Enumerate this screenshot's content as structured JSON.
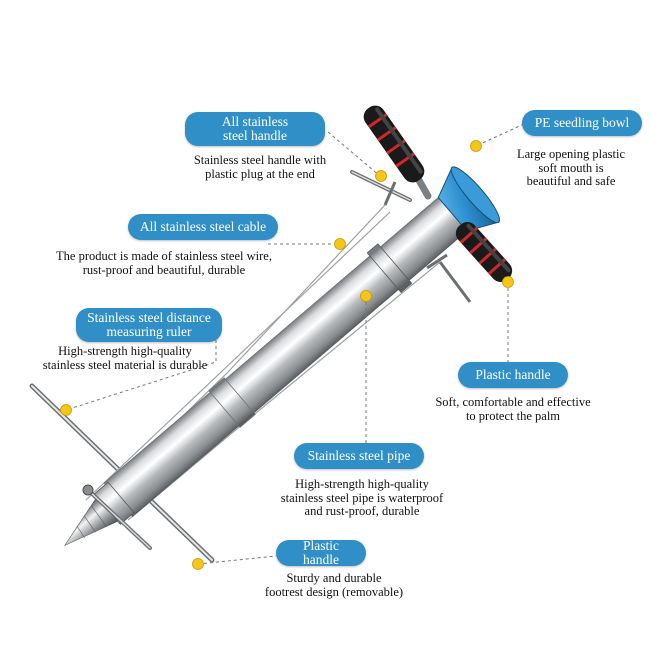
{
  "callouts": [
    {
      "id": "steel-handle",
      "label": [
        "All stainless",
        "steel handle"
      ],
      "desc": [
        "Stainless steel handle with",
        "plastic plug at the end"
      ]
    },
    {
      "id": "seedling-bowl",
      "label": [
        "PE seedling bowl"
      ],
      "desc": [
        "Large opening plastic",
        "soft mouth is",
        "beautiful and safe"
      ]
    },
    {
      "id": "steel-cable",
      "label": [
        "All stainless steel cable"
      ],
      "desc": [
        "The product is made of stainless steel wire,",
        "rust-proof and beautiful, durable"
      ]
    },
    {
      "id": "distance-ruler",
      "label": [
        "Stainless steel distance",
        "measuring ruler"
      ],
      "desc": [
        "High-strength high-quality",
        "stainless steel material is durable"
      ]
    },
    {
      "id": "plastic-handle-top",
      "label": [
        "Plastic handle"
      ],
      "desc": [
        "Soft, comfortable and effective",
        "to protect the palm"
      ]
    },
    {
      "id": "steel-pipe",
      "label": [
        "Stainless steel pipe"
      ],
      "desc": [
        "High-strength high-quality",
        "stainless steel pipe is waterproof",
        "and rust-proof, durable"
      ]
    },
    {
      "id": "plastic-handle-foot",
      "label": [
        "Plastic handle"
      ],
      "desc": [
        "Sturdy and durable",
        "footrest design (removable)"
      ]
    }
  ],
  "colors": {
    "pill": "#2f8fc6",
    "dot": "#f5c518",
    "leader": "#777777",
    "grip": "#1a1a1a",
    "grip_ring": "#d3262b",
    "bowl": "#2d8fd0"
  }
}
